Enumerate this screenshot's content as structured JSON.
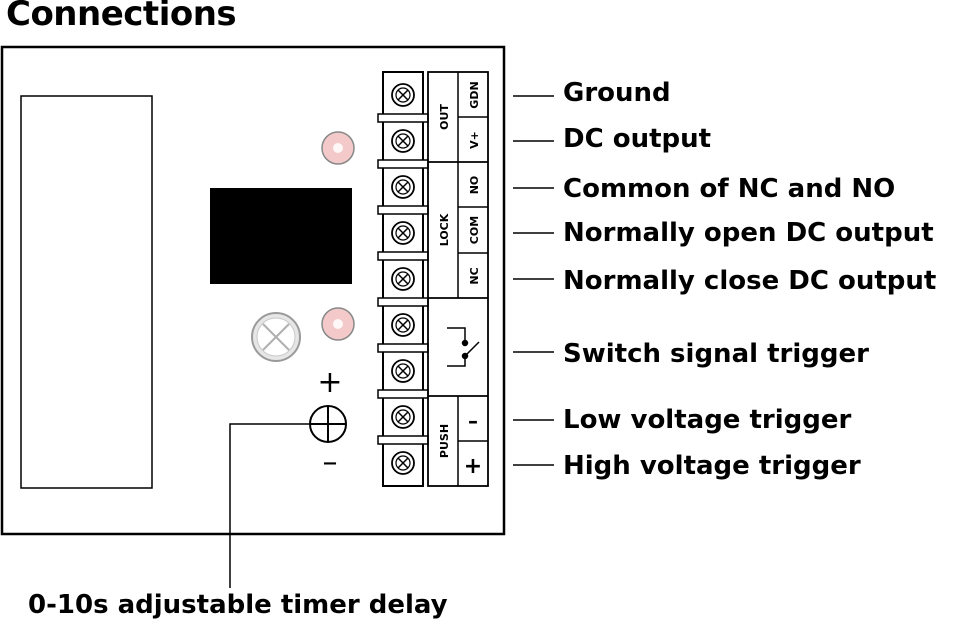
{
  "title": "Connections",
  "colors": {
    "led": "#f3c9c9",
    "ink": "#000000",
    "pot": "#e6e6e6"
  },
  "terminal_groups": {
    "out": "OUT",
    "lock": "LOCK",
    "push": "PUSH"
  },
  "terminals": {
    "gdn": "GDN",
    "vplus": "V+",
    "no": "NO",
    "com": "COM",
    "nc": "NC",
    "minus": "–",
    "plus": "+"
  },
  "adjust_signs": {
    "plus": "+",
    "minus": "–"
  },
  "labels": {
    "ground": "Ground",
    "dc_output": "DC output",
    "common": "Common of NC and NO",
    "normally_open": "Normally open DC output",
    "normally_close": "Normally close DC output",
    "switch_trigger": "Switch signal trigger",
    "low_trigger": "Low voltage trigger",
    "high_trigger": "High voltage trigger",
    "timer_delay": "0-10s adjustable timer delay"
  },
  "icons": {
    "screw": "screw-terminal-icon",
    "switch": "switch-symbol-icon",
    "potentiometer": "potentiometer-icon",
    "led": "led-icon"
  }
}
